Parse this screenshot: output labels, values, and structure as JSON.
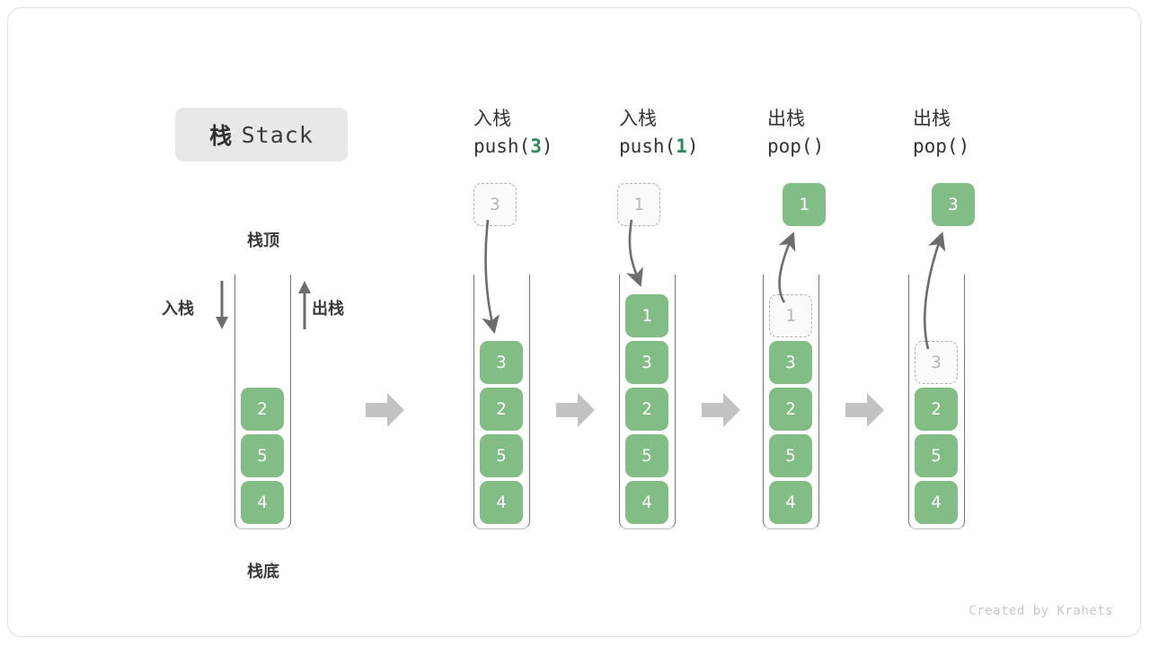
{
  "title": {
    "cn": "栈",
    "en": "Stack"
  },
  "labels": {
    "top": "栈顶",
    "bottom": "栈底",
    "push": "入栈",
    "pop": "出栈"
  },
  "footer": "Created by Krahets",
  "colors": {
    "cell_fill": "#81bd84",
    "cell_text": "#ffffff",
    "ghost_fill": "#fafafa",
    "ghost_text": "#b6b6b6",
    "ghost_border": "#b0b0b0",
    "wall": "#777777",
    "arrow_gray": "#6d6d6d",
    "block_arrow": "#c2c2c2",
    "badge_bg": "#e8e8e8",
    "accent_green": "#2e8b57"
  },
  "initial_stack": {
    "name": "initial",
    "cells": [
      "2",
      "5",
      "4"
    ]
  },
  "steps": [
    {
      "id": "push3",
      "head_cn": "入栈",
      "head_code_pre": "push(",
      "head_code_arg": "3",
      "head_code_post": ")",
      "floating": {
        "value": "3",
        "style": "ghost"
      },
      "cells": [
        "3",
        "2",
        "5",
        "4"
      ],
      "ghost_index": -1
    },
    {
      "id": "push1",
      "head_cn": "入栈",
      "head_code_pre": "push(",
      "head_code_arg": "1",
      "head_code_post": ")",
      "floating": {
        "value": "1",
        "style": "ghost"
      },
      "cells": [
        "1",
        "3",
        "2",
        "5",
        "4"
      ],
      "ghost_index": -1
    },
    {
      "id": "pop1",
      "head_cn": "出栈",
      "head_code_pre": "pop(",
      "head_code_arg": "",
      "head_code_post": ")",
      "floating": {
        "value": "1",
        "style": "filled"
      },
      "cells": [
        "1",
        "3",
        "2",
        "5",
        "4"
      ],
      "ghost_index": 0
    },
    {
      "id": "pop3",
      "head_cn": "出栈",
      "head_code_pre": "pop(",
      "head_code_arg": "",
      "head_code_post": ")",
      "floating": {
        "value": "3",
        "style": "filled"
      },
      "cells": [
        "3",
        "2",
        "5",
        "4"
      ],
      "ghost_index": 0
    }
  ]
}
